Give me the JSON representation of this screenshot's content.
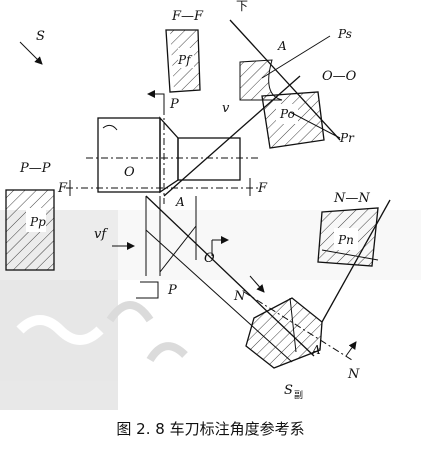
{
  "labels": {
    "s_top": "S",
    "ff": "F—F",
    "pf": "Pf",
    "ps": "Ps",
    "a1": "A",
    "oo": "O—O",
    "p_upper": "P",
    "v": "v",
    "po": "Po",
    "pr": "Pr",
    "o_center": "O",
    "pp_title": "P—P",
    "f_left": "F",
    "f_right": "F",
    "a2": "A",
    "pp": "Pp",
    "vf": "vf",
    "o_lower": "O",
    "nn": "N—N",
    "pn": "Pn",
    "p_lower": "P",
    "n_mid": "N",
    "a3": "A",
    "n_right": "N",
    "s_bottom": "S",
    "s_sub": "副",
    "top_mark": "下"
  },
  "caption": "图 2. 8 车刀标注角度参考系"
}
